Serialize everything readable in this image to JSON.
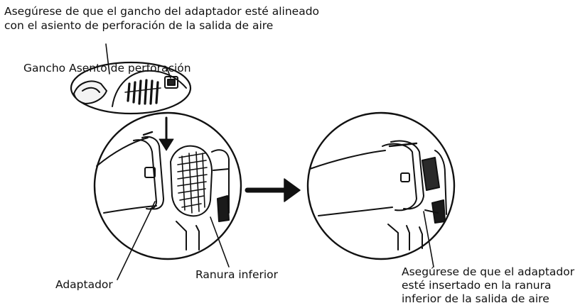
{
  "top_note": {
    "line1": "Asegúrese de que el gancho del adaptador esté alineado",
    "line2": "con el asiento de perforación de la salida de aire"
  },
  "gancho_label": "Gancho Asento de perforación",
  "adaptador_label": "Adaptador",
  "ranura_label": "Ranura inferior",
  "bottom_note": {
    "line1": "Asegúrese de que el adaptador",
    "line2": "esté insertado en la ranura",
    "line3": "inferior de la salida de aire"
  }
}
